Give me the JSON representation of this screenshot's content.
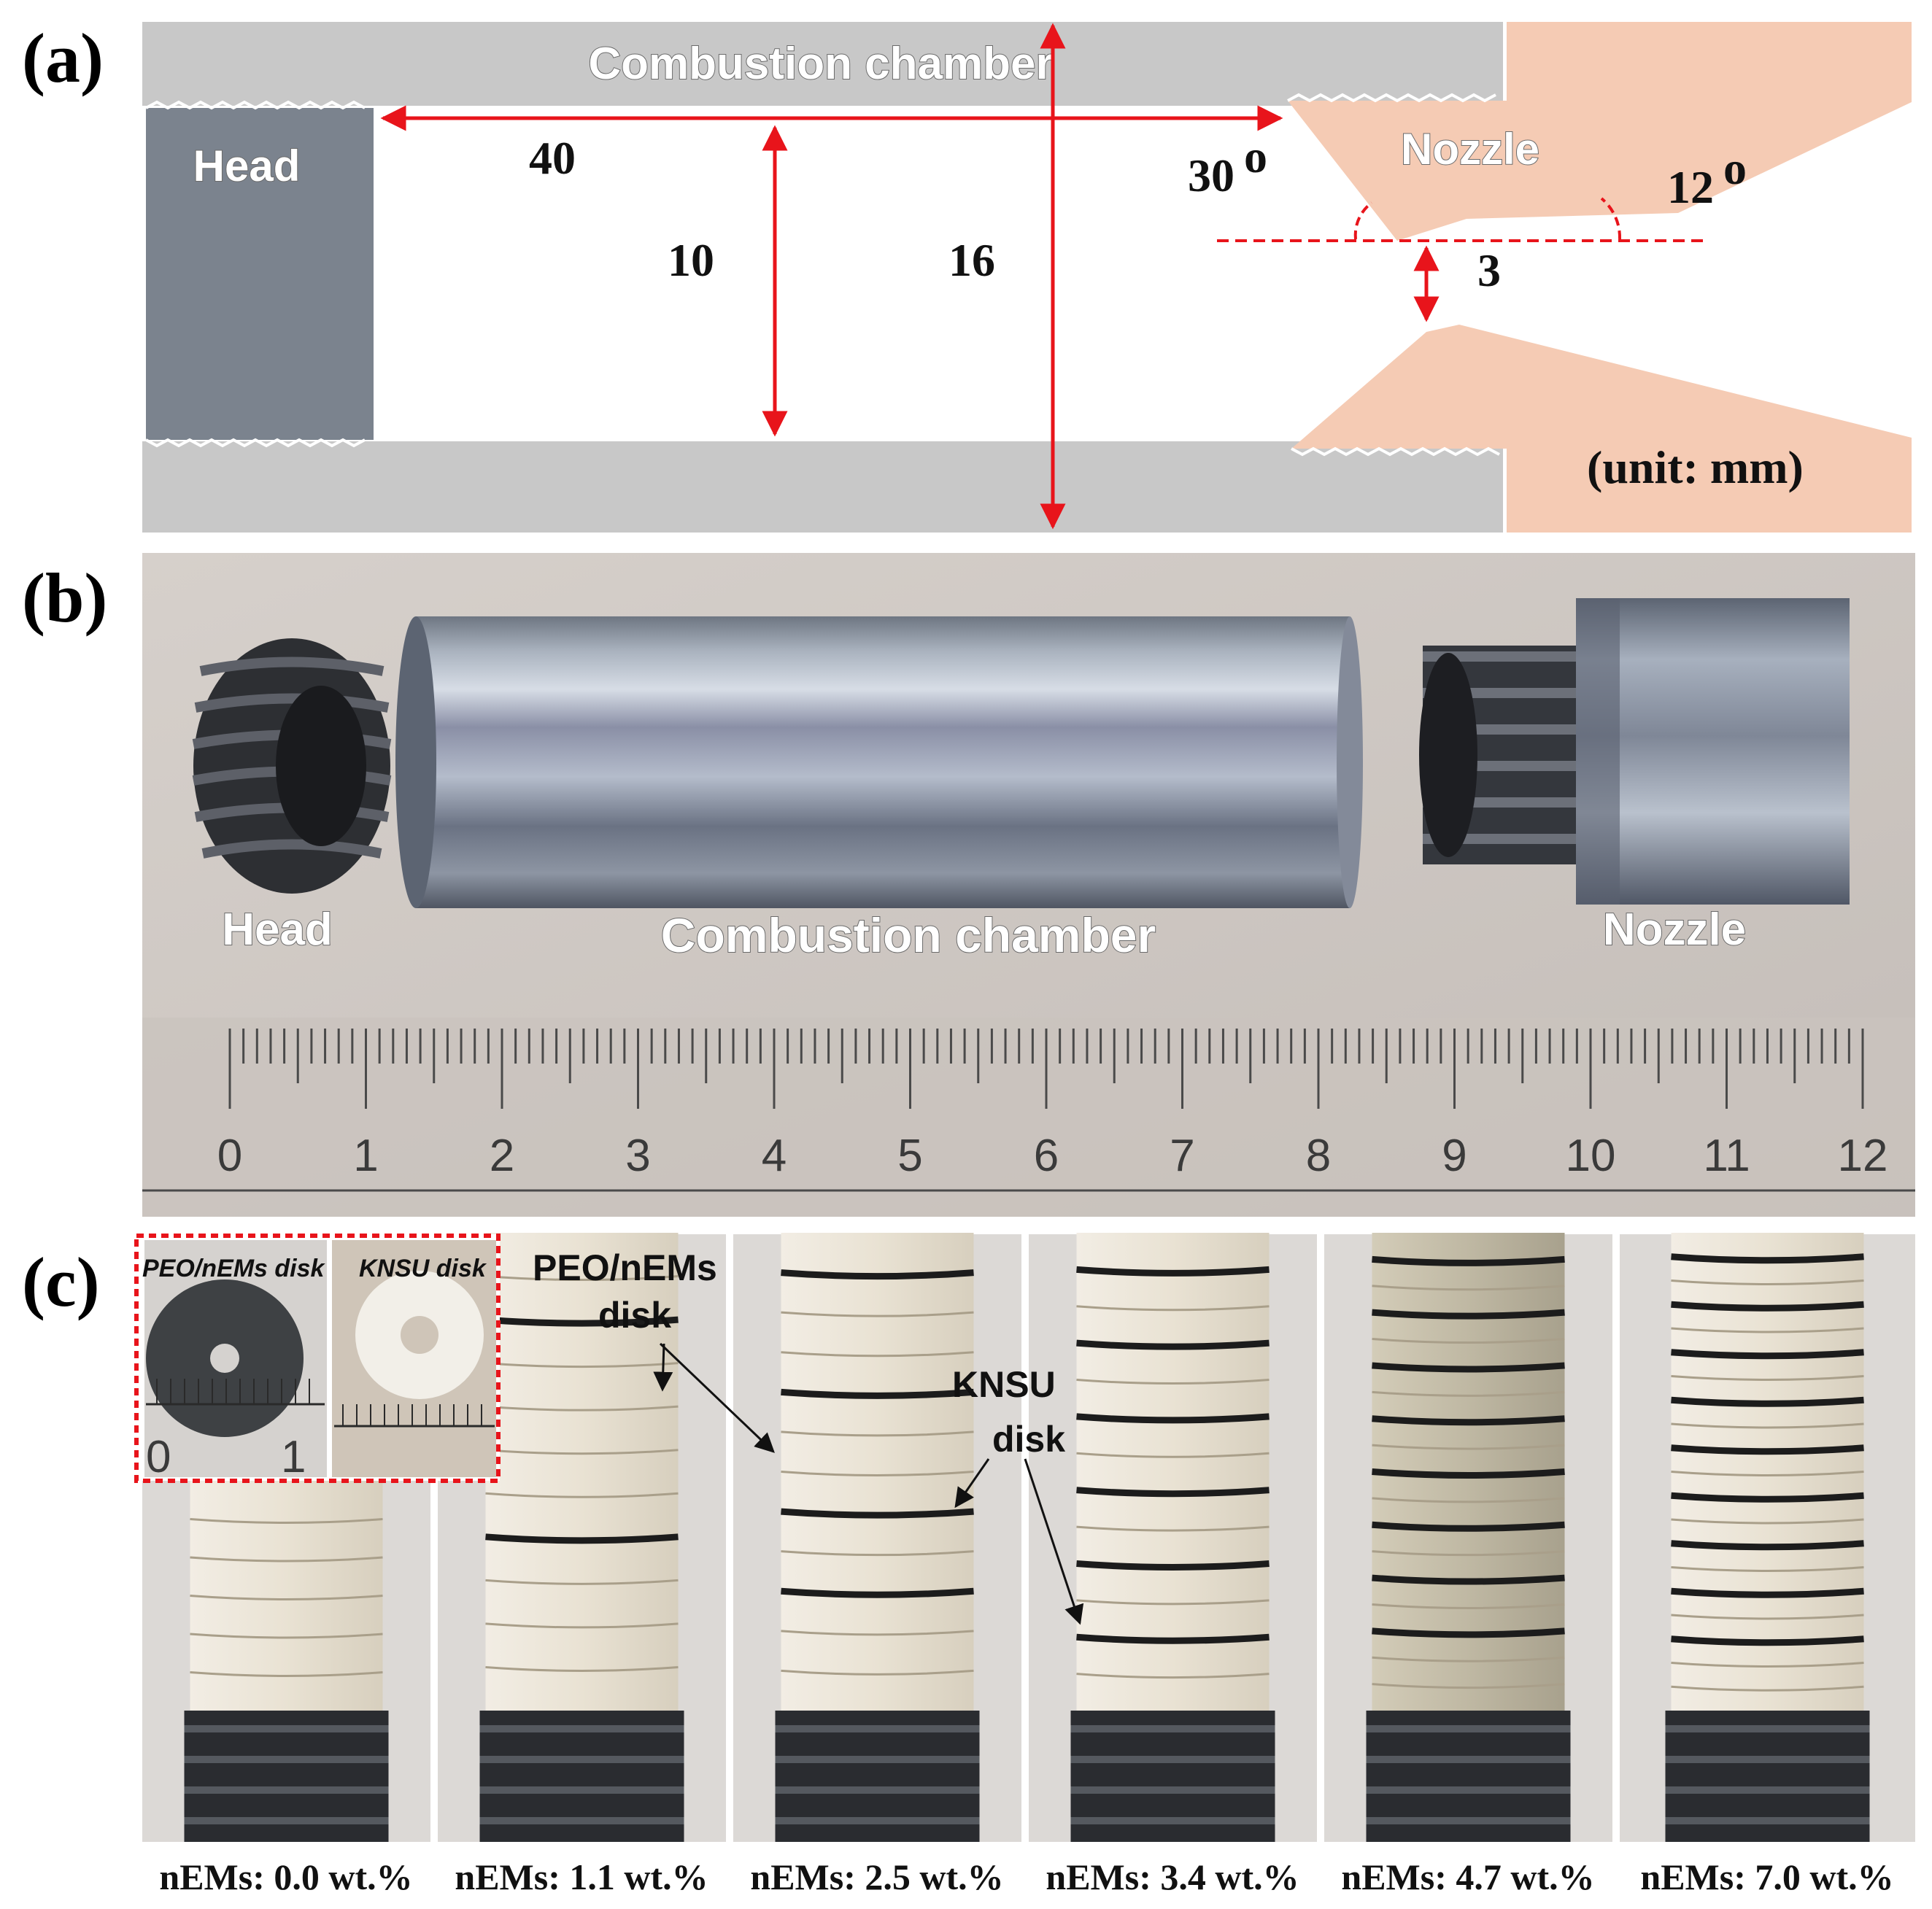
{
  "panels": {
    "a": {
      "letter": "(a)",
      "labels": {
        "combustion_chamber": "Combustion chamber",
        "head": "Head",
        "nozzle": "Nozzle",
        "unit": "(unit:  mm)"
      },
      "dimensions": {
        "length": "40",
        "inner_radius": "10",
        "outer_diameter": "16",
        "convergent_angle": "30",
        "divergent_angle": "12",
        "throat": "3",
        "degree_mark": "o"
      },
      "colors": {
        "chamber_wall": "#c8c8c8",
        "head": "#7b838e",
        "nozzle": "#f5cbb4",
        "dimension_line": "#e8141b"
      }
    },
    "b": {
      "letter": "(b)",
      "labels": {
        "head": "Head",
        "combustion_chamber": "Combustion chamber",
        "nozzle": "Nozzle"
      },
      "ruler_numbers": [
        "0",
        "1",
        "2",
        "3",
        "4",
        "5",
        "6",
        "7",
        "8",
        "9",
        "10",
        "11",
        "12"
      ]
    },
    "c": {
      "letter": "(c)",
      "inset": {
        "peo_label": "PEO/nEMs disk",
        "knsu_label": "KNSU disk",
        "scale_0": "0",
        "scale_1": "1",
        "border_color": "#e8141b"
      },
      "callouts": {
        "peo_line1": "PEO/nEMs",
        "peo_line2": "disk",
        "knsu_line1": "KNSU",
        "knsu_line2": "disk"
      },
      "captions": [
        "nEMs: 0.0 wt.%",
        "nEMs: 1.1 wt.%",
        "nEMs: 2.5 wt.%",
        "nEMs: 3.4 wt.%",
        "nEMs: 4.7 wt.%",
        "nEMs: 7.0 wt.%"
      ]
    }
  }
}
